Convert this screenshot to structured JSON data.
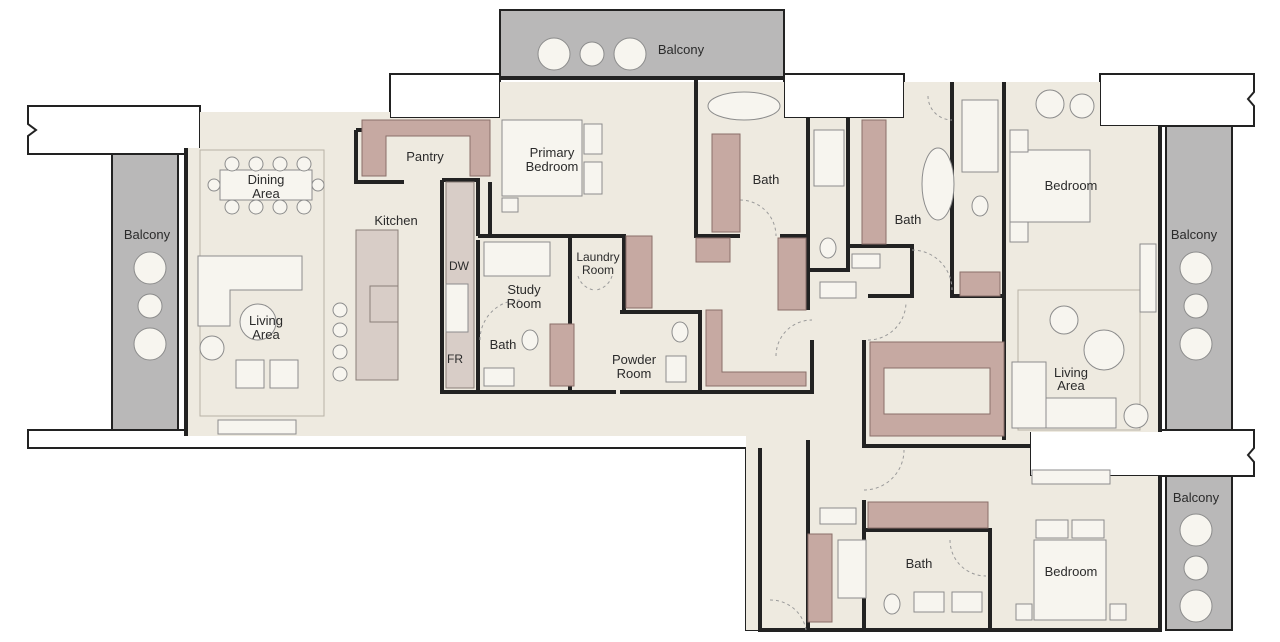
{
  "colors": {
    "floor": "#eeeae0",
    "balcony": "#b9b8b8",
    "cabinet": "#c6a9a2",
    "wall": "#222222"
  },
  "rooms": {
    "balcony_top": "Balcony",
    "balcony_left": "Balcony",
    "balcony_right": "Balcony",
    "balcony_bottom_right": "Balcony",
    "pantry": "Pantry",
    "primary_bedroom_1": "Primary",
    "primary_bedroom_2": "Bedroom",
    "dining_1": "Dining",
    "dining_2": "Area",
    "kitchen": "Kitchen",
    "dw": "DW",
    "fr": "FR",
    "study_1": "Study",
    "study_2": "Room",
    "laundry_1": "Laundry",
    "laundry_2": "Room",
    "bath_study": "Bath",
    "powder_1": "Powder",
    "powder_2": "Room",
    "living_left_1": "Living",
    "living_left_2": "Area",
    "bath_primary": "Bath",
    "bath_center": "Bath",
    "bedroom_right": "Bedroom",
    "living_right_1": "Living",
    "living_right_2": "Area",
    "bath_bottom": "Bath",
    "bedroom_bottom": "Bedroom"
  }
}
